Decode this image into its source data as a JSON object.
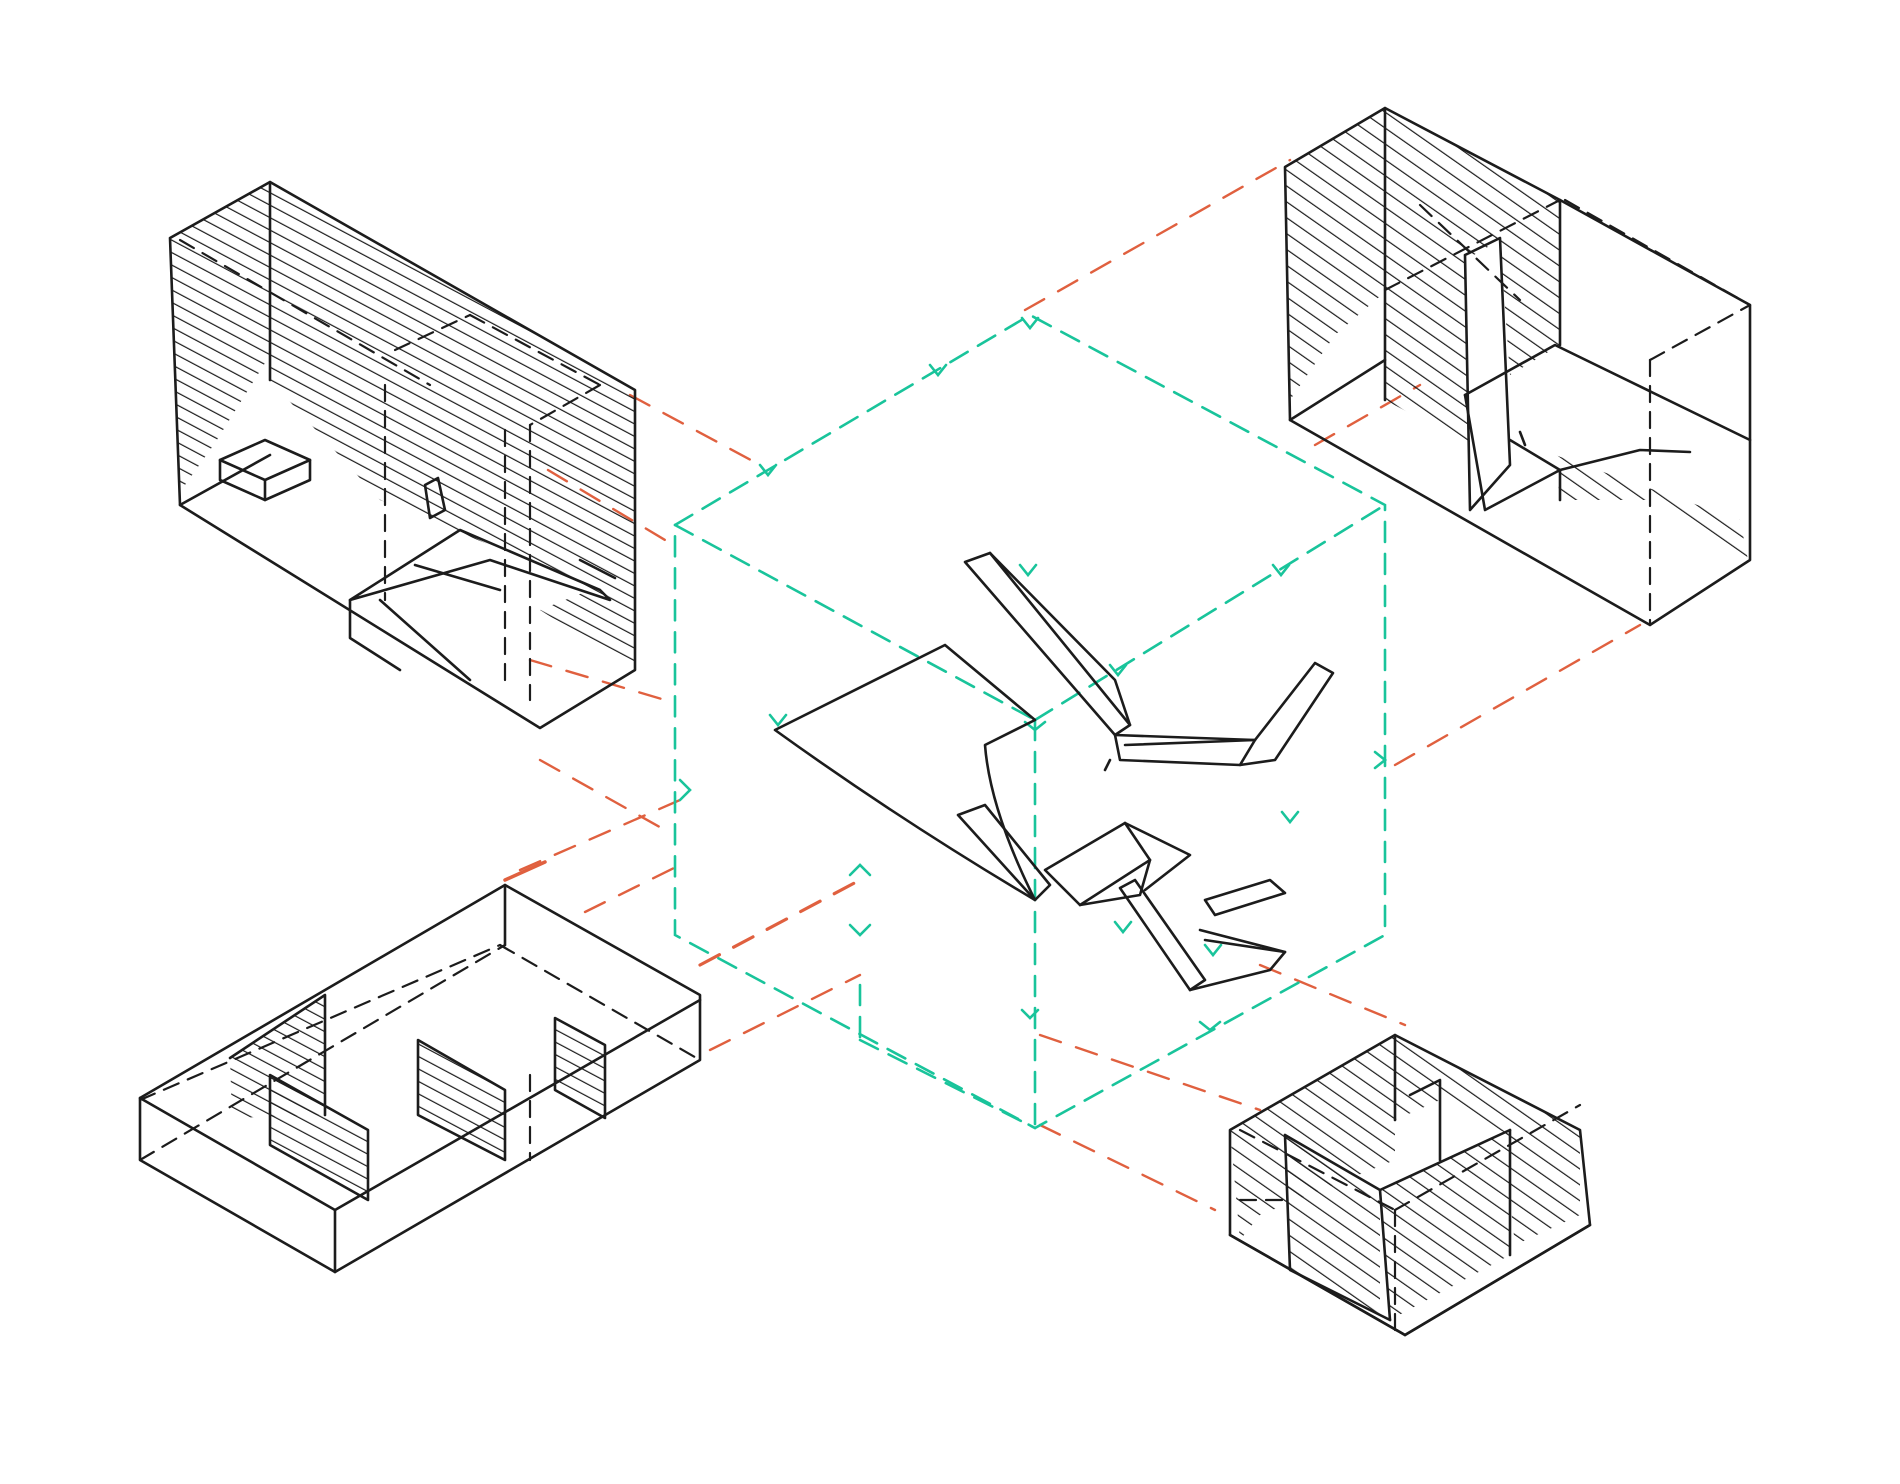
{
  "drawing": {
    "palette": {
      "ink": "#1c1c1c",
      "guide_green": "#19c49b",
      "projection_red": "#e0603f",
      "paper": "#ffffff"
    },
    "components": [
      "upper-left-volume",
      "upper-right-volume",
      "central-core-cube",
      "lower-left-volume",
      "lower-right-volume"
    ]
  }
}
